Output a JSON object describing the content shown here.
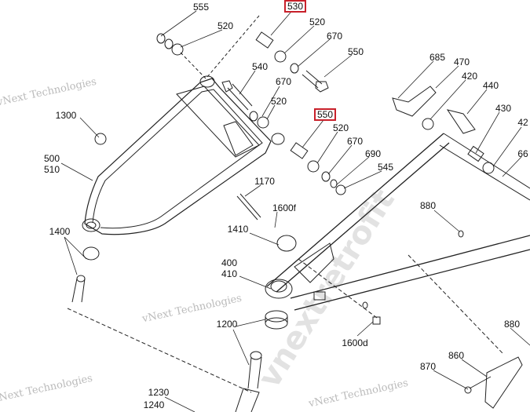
{
  "diagram": {
    "highlight_color": "#c8202a",
    "callouts": {
      "c555": "555",
      "c530": "530",
      "c520a": "520",
      "c520b": "520",
      "c670a": "670",
      "c550a": "550",
      "c540": "540",
      "c670b": "670",
      "c520c": "520",
      "c550b": "550",
      "c520d": "520",
      "c670c": "670",
      "c690": "690",
      "c545": "545",
      "c685": "685",
      "c470": "470",
      "c420": "420",
      "c440": "440",
      "c430": "430",
      "c42": "42",
      "c66": "66",
      "c1300": "1300",
      "c500": "500",
      "c510": "510",
      "c1170": "1170",
      "c1600f": "1600f",
      "c1410": "1410",
      "c1400": "1400",
      "c880a": "880",
      "c400": "400",
      "c410": "410",
      "c1200": "1200",
      "c1600d": "1600d",
      "c880b": "880",
      "c860": "860",
      "c870": "870",
      "c1230": "1230",
      "c1240": "1240"
    },
    "watermarks": {
      "w1": "vNext Technologies",
      "w2": "vNext Technologies",
      "w3": "vNext Technologies",
      "w4": "vNext Technologies",
      "big": "vnextretrofit"
    }
  }
}
